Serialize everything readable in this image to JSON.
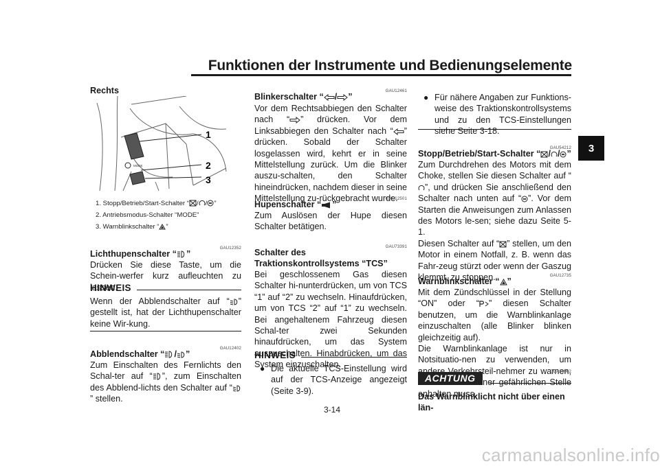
{
  "header": {
    "title": "Funktionen der Instrumente und Bedienungselemente",
    "chapter": "3"
  },
  "page_number": "3-14",
  "watermark": "carmanualsonline.info",
  "col1": {
    "section_title": "Rechts",
    "figure": {
      "callouts": [
        "1",
        "2",
        "3"
      ],
      "mode_text": "MODE"
    },
    "captions": [
      {
        "pre": "1.  Stopp/Betrieb/Start-Schalter “",
        "mid1": "/",
        "mid2": "/",
        "post": "”"
      },
      {
        "text": "2.  Antriebsmodus-Schalter “MODE”"
      },
      {
        "pre": "3.  Warnblinkschalter “",
        "post": "”"
      }
    ],
    "code1": "GAU12352",
    "lichthupe_title_pre": "Lichthupenschalter “",
    "lichthupe_title_post": "”",
    "lichthupe_text": "Drücken Sie diese Taste, um die Schein-werfer kurz aufleuchten zu lassen.",
    "hinweis_label": "HINWEIS",
    "hinweis_pre": "Wenn der Abblendschalter auf “",
    "hinweis_post": "” gestellt ist, hat der Lichthupenschalter keine Wir-kung.",
    "code2": "GAU12402",
    "abblend_title_pre": "Abblendschalter “",
    "abblend_title_mid": "/",
    "abblend_title_post": "”",
    "abblend_pre": "Zum Einschalten des Fernlichts den Schal-ter auf “",
    "abblend_mid": "”, zum Einschalten des Abblend-lichts den Schalter auf “",
    "abblend_post": "” stellen."
  },
  "col2": {
    "code1": "GAU12461",
    "blinker_title_pre": "Blinkerschalter “",
    "blinker_title_mid": "/",
    "blinker_title_post": "”",
    "blinker_p1": "Vor dem Rechtsabbiegen den Schalter nach “",
    "blinker_p2": "” drücken. Vor dem Linksabbiegen den Schalter nach “",
    "blinker_p3": "” drücken. Sobald der Schalter losgelassen wird, kehrt er in seine Mittelstellung zurück. Um die Blinker auszu-schalten, den Schalter hineindrücken, nachdem dieser in seine Mittelstellung zu-rückgebracht wurde.",
    "code2": "GAU12501",
    "hupe_title_pre": "Hupenschalter “",
    "hupe_title_post": "”",
    "hupe_text": "Zum Auslösen der Hupe diesen Schalter betätigen.",
    "code3": "GAU73391",
    "tcs_title": "Schalter des Traktionskontrollsystems “TCS”",
    "tcs_text": "Bei geschlossenem Gas diesen Schalter hi-nunterdrücken, um von TCS “1” auf “2” zu wechseln. Hinaufdrücken, um von TCS “2” auf “1” zu wechseln. Bei angehaltenem Fahrzeug diesen Schal-ter zwei Sekunden hinaufdrücken, um das System auszuschalten. Hinabdrücken, um das System einzuschalten.",
    "hinweis_label": "HINWEIS",
    "hinweis_bullet": "Die aktuelle TCS-Einstellung wird auf der TCS-Anzeige angezeigt (Seite 3-9)."
  },
  "col3": {
    "bullet": "Für nähere Angaben zur Funktions-weise des Traktionskontrollsystems und zu den TCS-Einstellungen siehe Seite 3-18.",
    "code1": "GAU54212",
    "stopp_title_pre": "Stopp/Betrieb/Start-Schalter “",
    "stopp_title_post": "”",
    "stopp_p1": "Zum Durchdrehen des Motors mit dem Choke, stellen Sie diesen Schalter auf “",
    "stopp_p2": "”, und drücken Sie anschließend den Schalter nach unten auf “",
    "stopp_p3": "”. Vor dem Starten die Anweisungen zum Anlassen des Motors le-sen; siehe dazu Seite 5-1.",
    "stopp_p4": "Diesen Schalter auf “",
    "stopp_p5": "” stellen, um den Motor in einem Notfall, z. B. wenn das Fahr-zeug stürzt oder wenn der Gaszug klemmt, zu stoppen.",
    "code2": "GAU12735",
    "warn_title_pre": "Warnblinkschalter “",
    "warn_title_post": "”",
    "warn_p1": "Mit dem Zündschlüssel in der Stellung “ON” oder “",
    "warn_p2": "” diesen Schalter benutzen, um die Warnblinkanlage einzuschalten (alle Blinker blinken gleichzeitig auf).",
    "warn_p3": "Die Warnblinkanlage ist nur in Notsituatio-nen zu verwenden, um andere Verkehrsteil-nehmer zu warnen, wenn man an einer gefährlichen Stelle anhalten muss.",
    "code3": "GCA10062",
    "achtung_label": "ACHTUNG",
    "achtung_text": "Das Warnblinklicht nicht über einen län-"
  }
}
